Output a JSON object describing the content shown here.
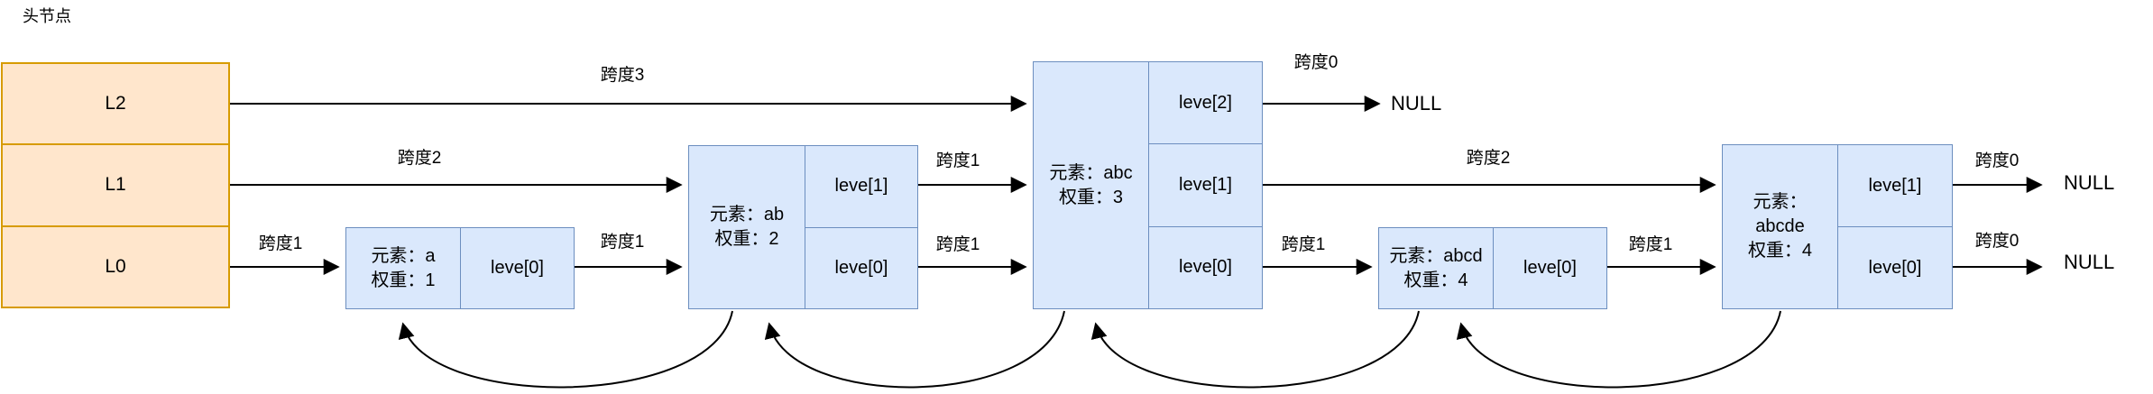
{
  "labels": {
    "head_title": "头节点"
  },
  "head": {
    "levels": [
      "L2",
      "L1",
      "L0"
    ],
    "fill": "#ffe6cc",
    "border": "#d79b00"
  },
  "node_style": {
    "fill": "#dae8fc",
    "border": "#6c8ebf",
    "line_color": "#000000"
  },
  "nodes": [
    {
      "name": "a",
      "info_lines": [
        "元素：a",
        "权重：1"
      ],
      "levels": [
        "leve[0]"
      ]
    },
    {
      "name": "ab",
      "info_lines": [
        "元素：ab",
        "权重：2"
      ],
      "levels": [
        "leve[1]",
        "leve[0]"
      ]
    },
    {
      "name": "abc",
      "info_lines": [
        "元素：abc",
        "权重：3"
      ],
      "levels": [
        "leve[2]",
        "leve[1]",
        "leve[0]"
      ]
    },
    {
      "name": "abcd",
      "info_lines": [
        "元素：abcd",
        "权重：4"
      ],
      "levels": [
        "leve[0]"
      ]
    },
    {
      "name": "abcde",
      "info_lines": [
        "元素：",
        "abcde",
        "权重：4"
      ],
      "levels": [
        "leve[1]",
        "leve[0]"
      ]
    }
  ],
  "spans": [
    {
      "text": "跨度3"
    },
    {
      "text": "跨度2"
    },
    {
      "text": "跨度1"
    },
    {
      "text": "跨度1"
    },
    {
      "text": "跨度1"
    },
    {
      "text": "跨度1"
    },
    {
      "text": "跨度0"
    },
    {
      "text": "跨度2"
    },
    {
      "text": "跨度1"
    },
    {
      "text": "跨度1"
    },
    {
      "text": "跨度0"
    },
    {
      "text": "跨度0"
    }
  ],
  "null_labels": [
    {
      "text": "NULL"
    },
    {
      "text": "NULL"
    },
    {
      "text": "NULL"
    }
  ]
}
